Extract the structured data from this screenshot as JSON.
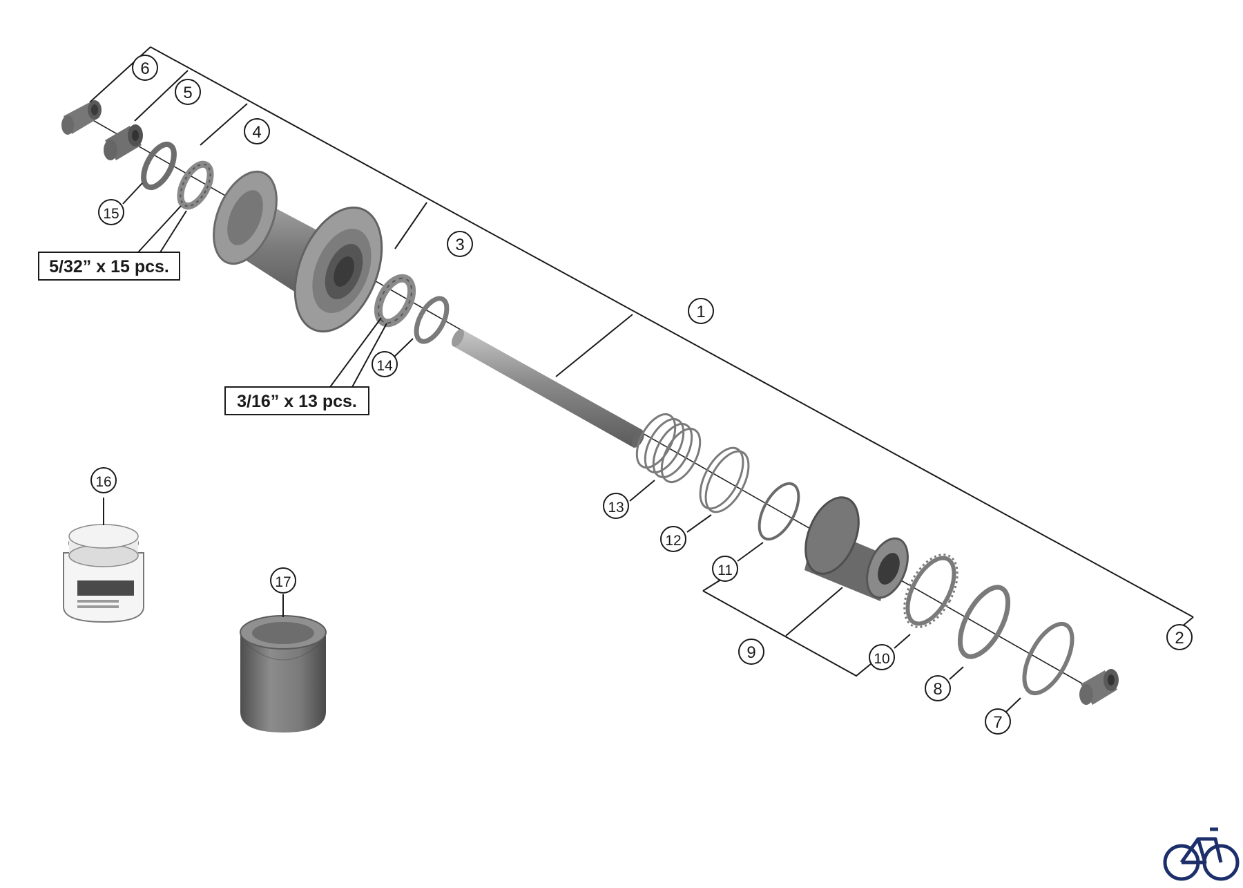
{
  "diagram": {
    "callouts": [
      {
        "id": "1",
        "label": "1"
      },
      {
        "id": "2",
        "label": "2"
      },
      {
        "id": "3",
        "label": "3"
      },
      {
        "id": "4",
        "label": "4"
      },
      {
        "id": "5",
        "label": "5"
      },
      {
        "id": "6",
        "label": "6"
      },
      {
        "id": "7",
        "label": "7"
      },
      {
        "id": "8",
        "label": "8"
      },
      {
        "id": "9",
        "label": "9"
      },
      {
        "id": "10",
        "label": "10"
      },
      {
        "id": "11",
        "label": "11"
      },
      {
        "id": "12",
        "label": "12"
      },
      {
        "id": "13",
        "label": "13"
      },
      {
        "id": "14",
        "label": "14"
      },
      {
        "id": "15",
        "label": "15"
      },
      {
        "id": "16",
        "label": "16"
      },
      {
        "id": "17",
        "label": "17"
      }
    ],
    "quantity_labels": {
      "small_balls": "5/32” x 15 pcs.",
      "large_balls": "3/16” x 13 pcs."
    },
    "colors": {
      "part_dark": "#5e5e5e",
      "part_mid": "#8a8a8a",
      "part_light": "#b8b8b8",
      "line": "#1a1a1a",
      "logo": "#1c2f6b"
    },
    "logo_icon": "bicycle-icon"
  }
}
